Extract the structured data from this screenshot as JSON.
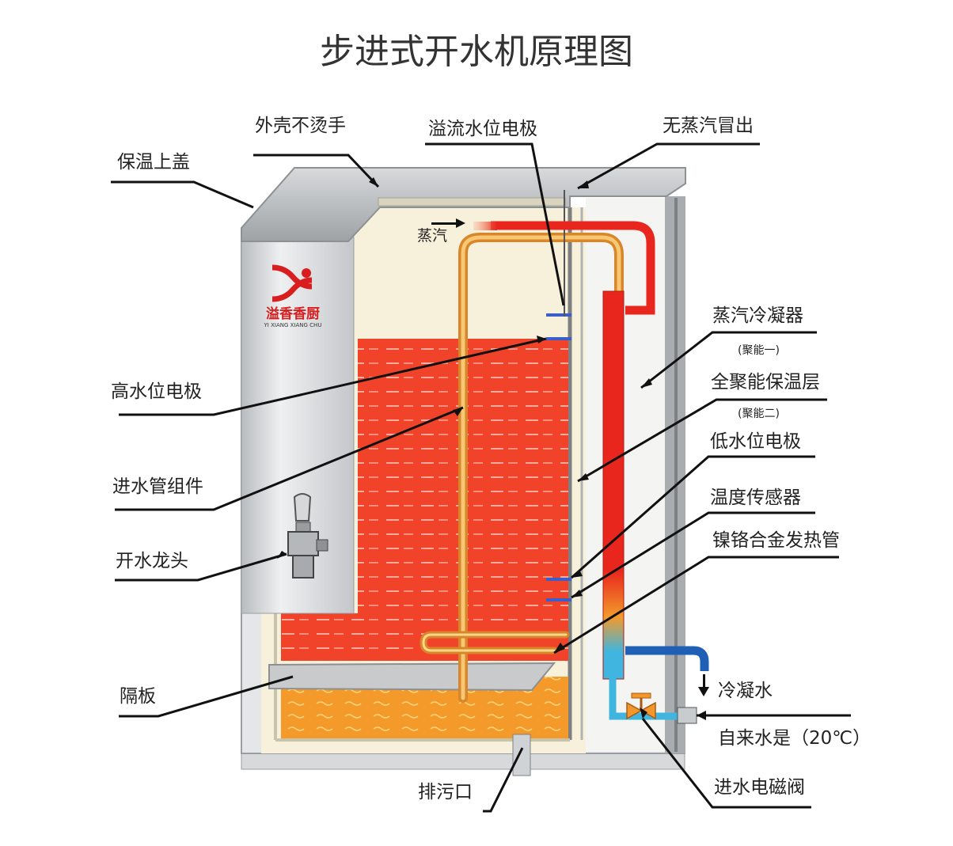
{
  "title": "步进式开水机原理图",
  "brand": {
    "name": "溢香香厨",
    "pinyin": "YI XIANG XIANG CHU",
    "color": "#d81e1e"
  },
  "labels": {
    "insulated_lid": "保温上盖",
    "shell_not_hot": "外壳不烫手",
    "overflow_electrode": "溢流水位电极",
    "no_steam_out": "无蒸汽冒出",
    "steam": "蒸汽",
    "steam_condenser": "蒸汽冷凝器",
    "energy_one": "(聚能一)",
    "insulation_layer": "全聚能保温层",
    "energy_two": "(聚能二)",
    "high_level_electrode": "高水位电极",
    "low_level_electrode": "低水位电极",
    "inlet_pipe_assembly": "进水管组件",
    "temperature_sensor": "温度传感器",
    "heating_tube": "镍铬合金发热管",
    "boiling_faucet": "开水龙头",
    "condensate": "冷凝水",
    "baffle": "隔板",
    "tap_water": "自来水是（20℃）",
    "drain_outlet": "排污口",
    "inlet_solenoid_valve": "进水电磁阀"
  },
  "colors": {
    "hot_water": "#f0432a",
    "warm_water": "#f39a2b",
    "steam_pipe": "#e8261d",
    "cold_pipe": "#3fb5e0",
    "shell": "#cfd2d4",
    "leader": "#111111"
  }
}
